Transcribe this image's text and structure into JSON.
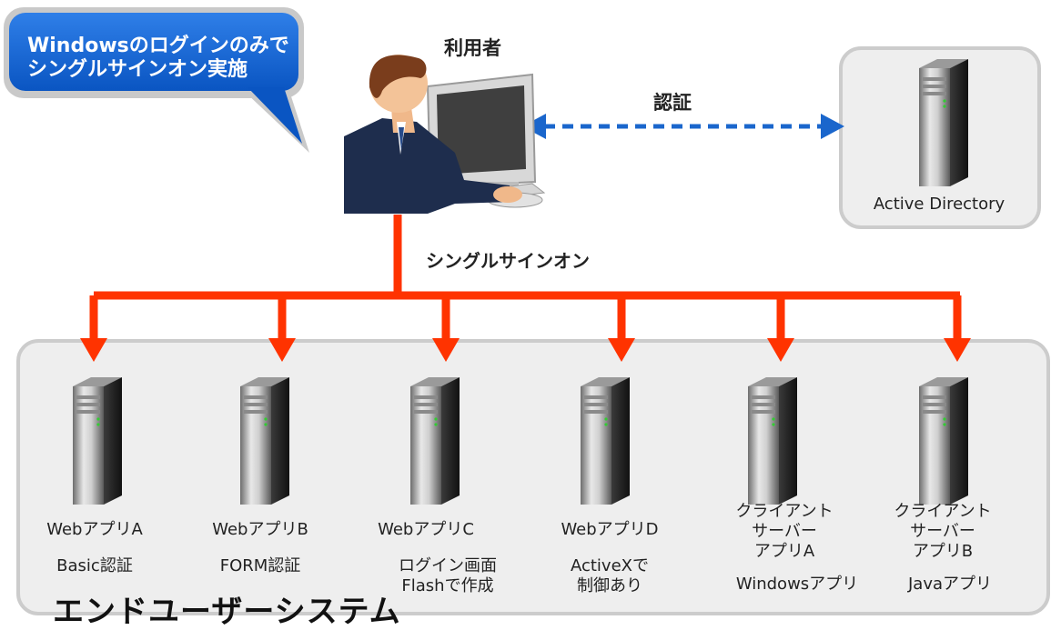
{
  "speech_bubble": "Windowsのログインのみで\nシングルサインオン実施",
  "user_label": "利用者",
  "auth_label": "認証",
  "active_directory_label": "Active Directory",
  "sso_label": "シングルサインオン",
  "system_title": "エンドユーザーシステム",
  "apps": [
    {
      "name": "WebアプリA",
      "desc": "Basic認証"
    },
    {
      "name": "WebアプリB",
      "desc": "FORM認証"
    },
    {
      "name": "WebアプリC",
      "desc": "ログイン画面\nFlashで作成"
    },
    {
      "name": "WebアプリD",
      "desc": "ActiveXで\n制御あり"
    },
    {
      "name": "クライアント\nサーバー\nアプリA",
      "desc": "Windowsアプリ"
    },
    {
      "name": "クライアント\nサーバー\nアプリB",
      "desc": "Javaアプリ"
    }
  ],
  "colors": {
    "arrow": "#ff3300",
    "auth_arrow": "#1a66cc",
    "bubble": "#0a5fcf",
    "panel": "#eeeeee",
    "panel_border": "#cccccc"
  }
}
